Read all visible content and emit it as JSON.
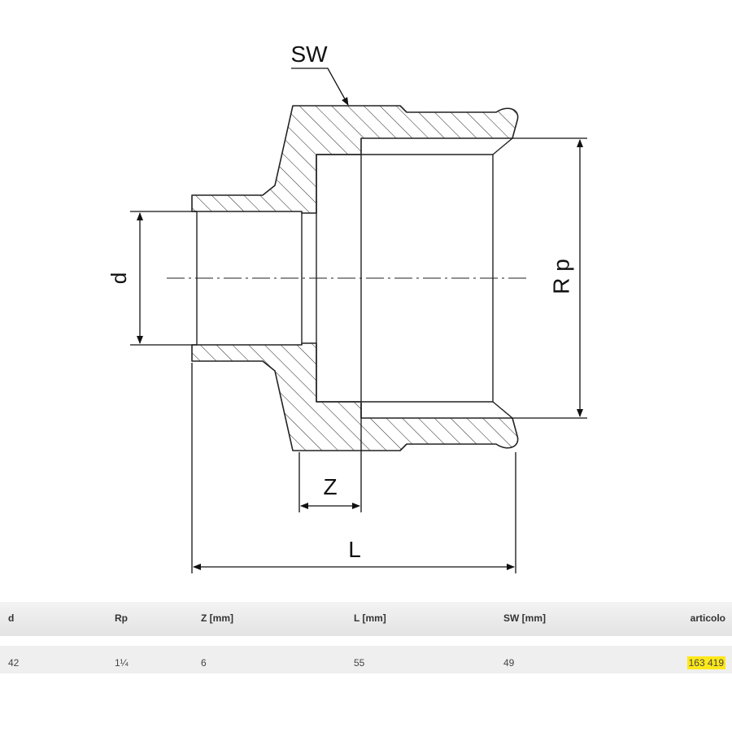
{
  "diagram": {
    "labels": {
      "sw": "SW",
      "d": "d",
      "rp": "R p",
      "z": "Z",
      "l": "L"
    }
  },
  "table": {
    "headers": [
      "d",
      "Rp",
      "Z [mm]",
      "L [mm]",
      "SW [mm]",
      "articolo"
    ],
    "rows": [
      [
        "42",
        "1¼",
        "6",
        "55",
        "49",
        "163 419"
      ]
    ],
    "highlight_color": "#ffe81a"
  }
}
